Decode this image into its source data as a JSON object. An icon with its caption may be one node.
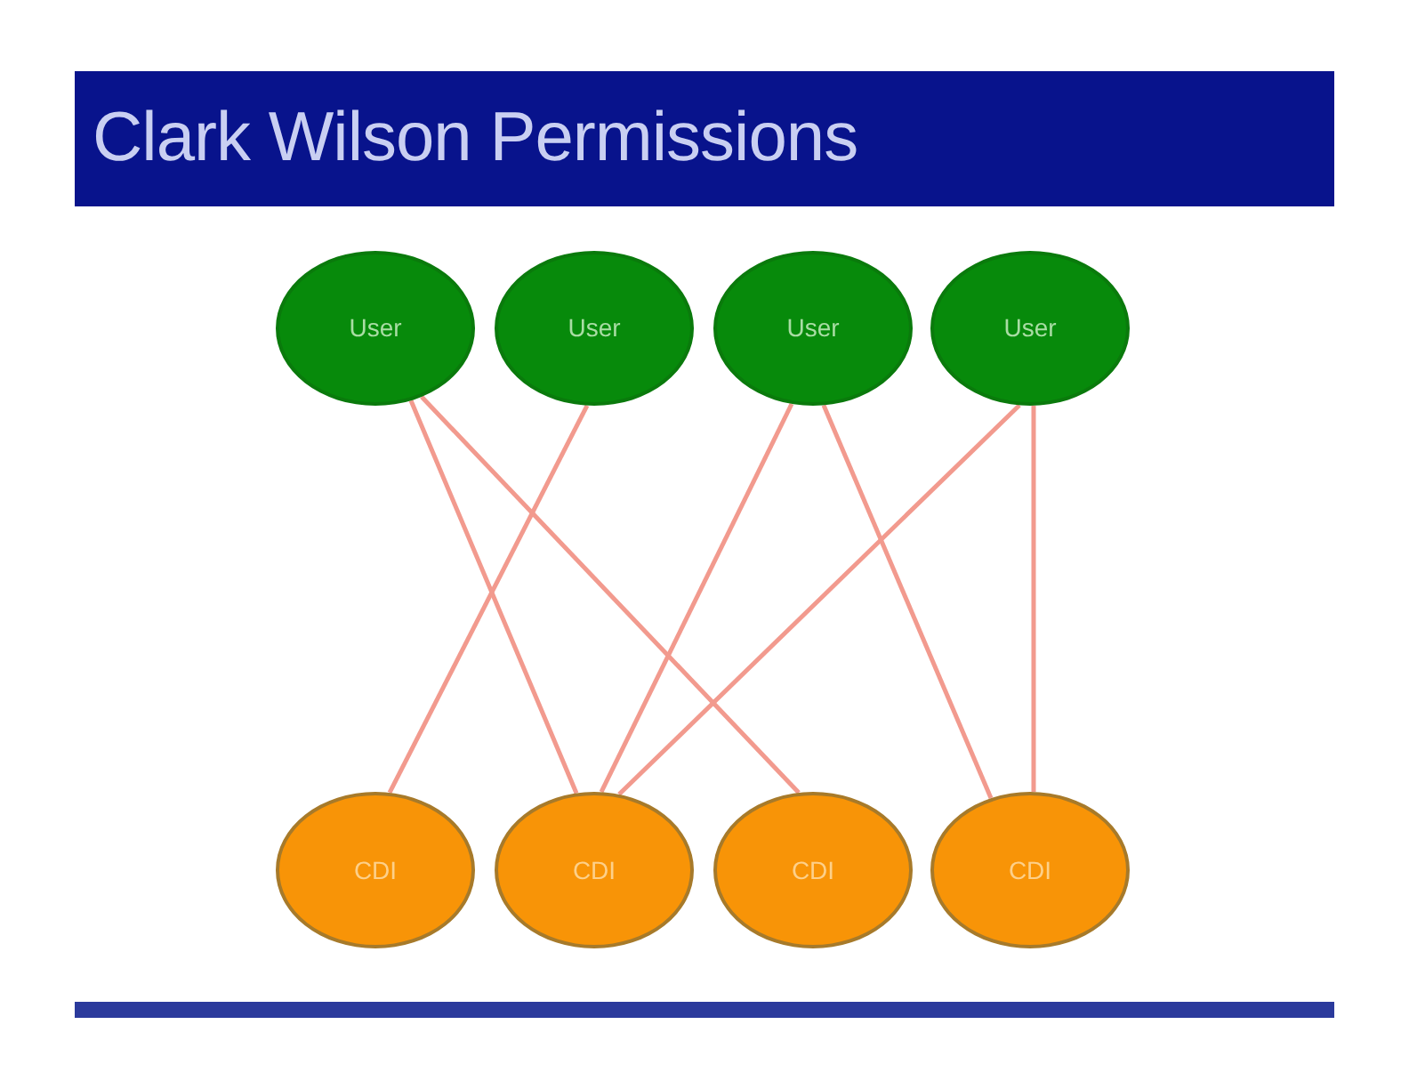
{
  "diagram": {
    "title": "Clark Wilson Permissions",
    "nodes": [
      {
        "text": [
          "User"
        ]
      },
      {
        "text": [
          "User"
        ]
      },
      {
        "text": [
          "User"
        ]
      },
      {
        "text": [
          "User"
        ]
      },
      {
        "text": [
          "CDI"
        ]
      },
      {
        "text": [
          "CDI"
        ]
      },
      {
        "text": [
          "CDI"
        ]
      },
      {
        "text": [
          "CDI"
        ]
      }
    ],
    "edges": [
      {
        "from": 0,
        "to": 5,
        "arrow": "none"
      },
      {
        "from": 0,
        "to": 6,
        "arrow": "none"
      },
      {
        "from": 1,
        "to": 4,
        "arrow": "none"
      },
      {
        "from": 2,
        "to": 5,
        "arrow": "none"
      },
      {
        "from": 2,
        "to": 7,
        "arrow": "none"
      },
      {
        "from": 3,
        "to": 5,
        "arrow": "none"
      },
      {
        "from": 3,
        "to": 7,
        "arrow": "none"
      }
    ]
  }
}
